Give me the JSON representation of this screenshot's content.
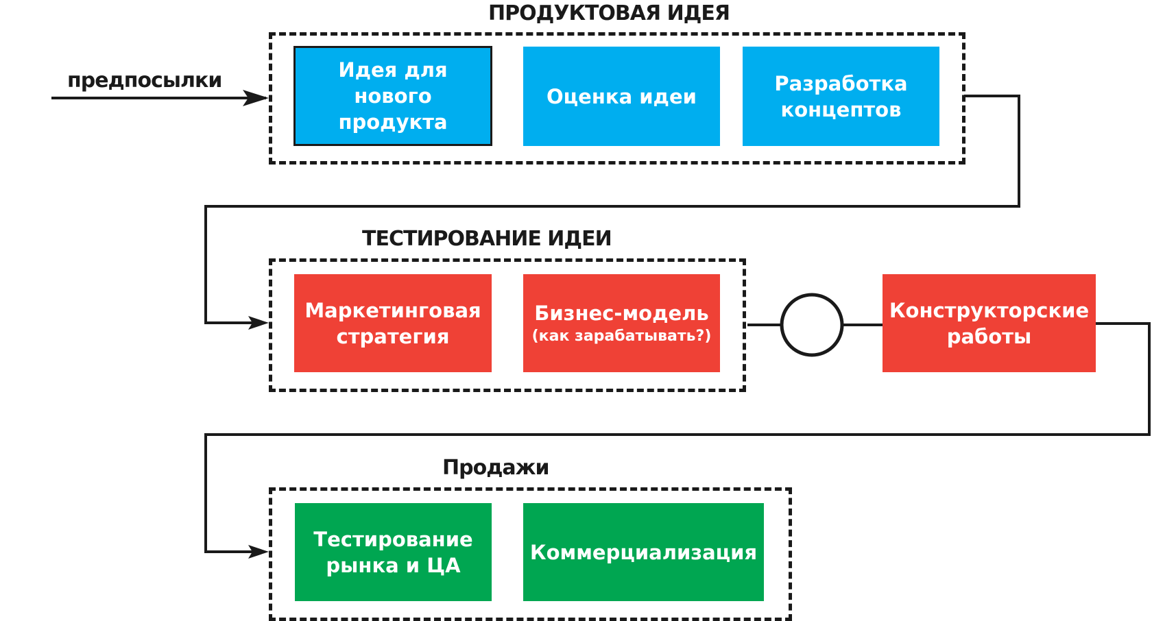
{
  "inputs_label": "предпосылки",
  "groups": {
    "idea": {
      "title": "ПРОДУКТОВАЯ ИДЕЯ",
      "boxes": [
        {
          "label": "Идея для нового продукта"
        },
        {
          "label": "Оценка идеи"
        },
        {
          "label": "Разработка концептов"
        }
      ]
    },
    "testing": {
      "title": "ТЕСТИРОВАНИЕ ИДЕИ",
      "boxes": [
        {
          "label": "Маркетинговая стратегия"
        },
        {
          "label": "Бизнес-модель",
          "sublabel": "(как зарабатывать?)"
        }
      ]
    },
    "sales": {
      "title": "Продажи",
      "boxes": [
        {
          "label": "Тестирование рынка и ЦА"
        },
        {
          "label": "Коммерциализация"
        }
      ]
    }
  },
  "engineering": {
    "label": "Конструкторские работы"
  },
  "colors": {
    "idea": "#00AEEF",
    "testing": "#EF4136",
    "sales": "#00A651",
    "line": "#1a1a1a"
  }
}
